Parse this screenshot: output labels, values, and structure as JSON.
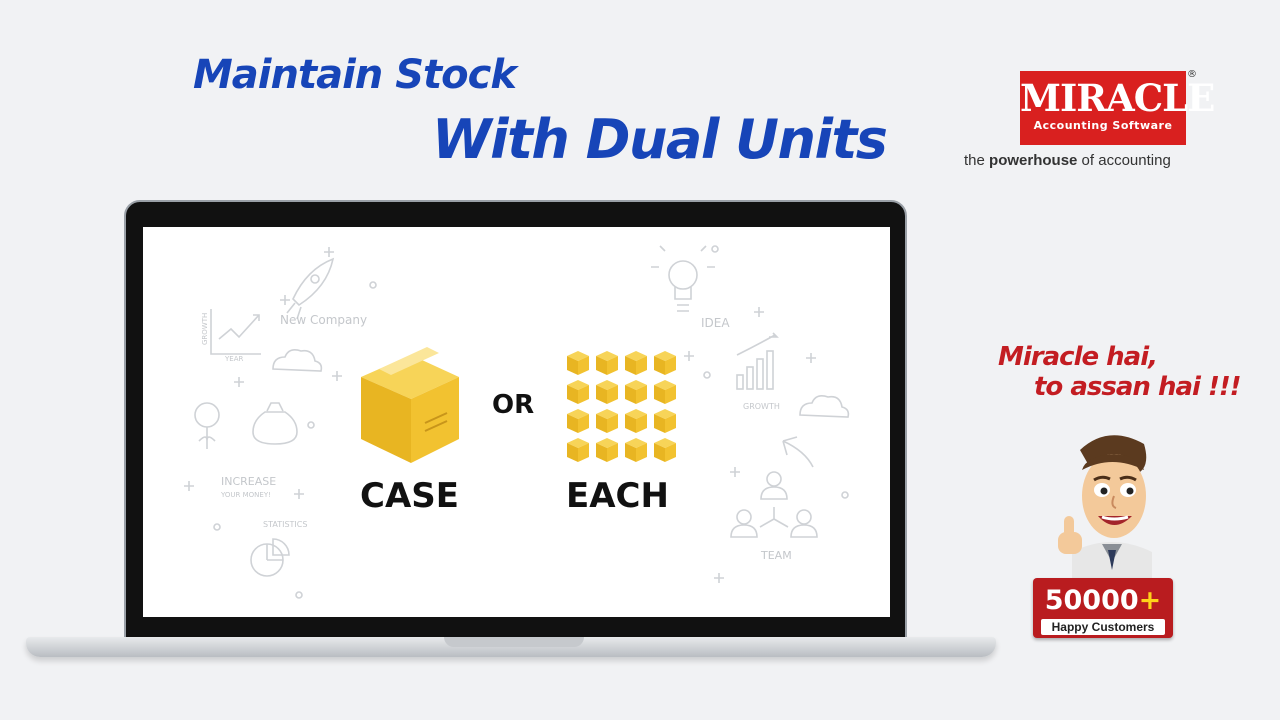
{
  "headline": {
    "line1": "Maintain Stock",
    "line2": "With Dual Units"
  },
  "logo": {
    "word": "MIRACLE",
    "sub": "Accounting Software",
    "registered": "®",
    "tagline_pre": "the ",
    "tagline_bold": "powerhouse",
    "tagline_post": " of accounting"
  },
  "screen": {
    "case_label": "CASE",
    "or_label": "OR",
    "each_label": "EACH",
    "doodles": {
      "new_company": "New Company",
      "growth_axis": "GROWTH",
      "year_axis": "YEAR",
      "increase": "INCREASE",
      "your_money": "YOUR MONEY!",
      "statistics": "STATISTICS",
      "idea": "IDEA",
      "growth": "GROWTH",
      "team": "TEAM"
    }
  },
  "slogan": {
    "line1": "Miracle hai,",
    "line2": "to assan hai !!!"
  },
  "badge": {
    "number": "50000",
    "plus": "+",
    "caption": "Happy Customers"
  },
  "colors": {
    "headline_blue": "#1745b8",
    "brand_red": "#d9201f",
    "box_gold": "#f2c230"
  }
}
